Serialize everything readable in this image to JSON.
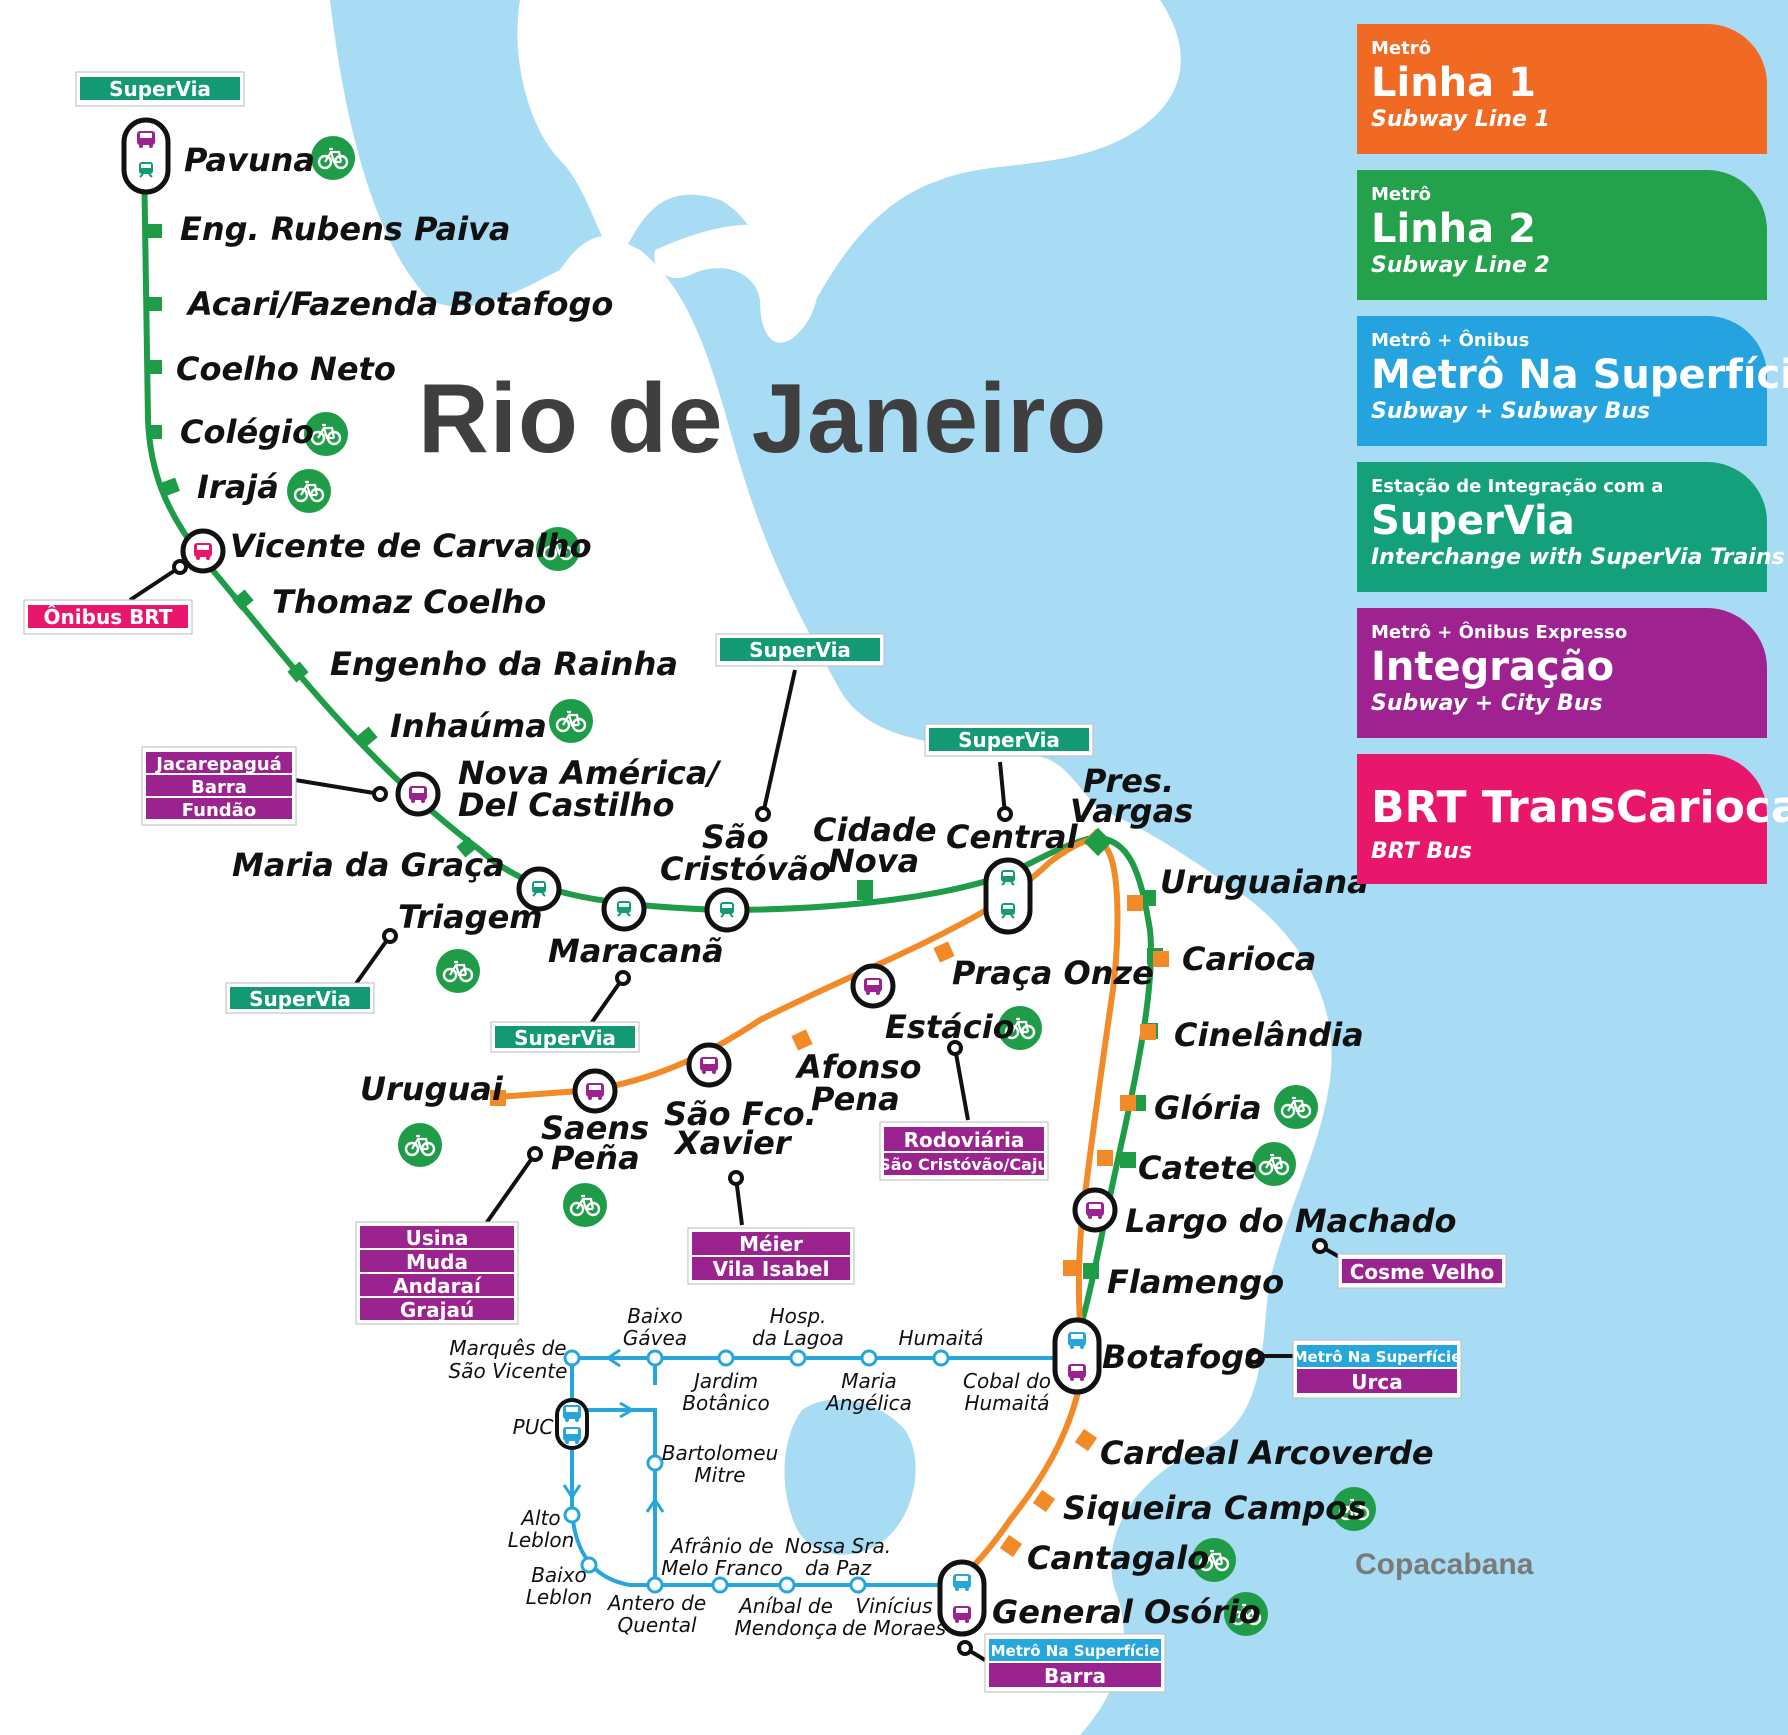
{
  "title": "Rio de Janeiro",
  "area_label": "Copacabana",
  "colors": {
    "water": "#a8dcf4",
    "line1": "#f28a28",
    "line2": "#1f9c48",
    "surface": "#27a6dc",
    "supervia": "#139a74",
    "integracao": "#9b238f",
    "brt": "#e8176c"
  },
  "legend": [
    {
      "top": "Metrô",
      "main": "Linha 1",
      "sub": "Subway Line 1",
      "color": "#f06a24"
    },
    {
      "top": "Metrô",
      "main": "Linha 2",
      "sub": "Subway Line 2",
      "color": "#24a24b"
    },
    {
      "top": "Metrô + Ônibus",
      "main": "Metrô Na Superfície",
      "sub": "Subway + Subway Bus",
      "color": "#24a3df"
    },
    {
      "top": "Estação de Integração com a",
      "main": "SuperVia",
      "sub": "Interchange with SuperVia Trains",
      "color": "#14a07a"
    },
    {
      "top": "Metrô + Ônibus Expresso",
      "main": "Integração",
      "sub": "Subway + City Bus",
      "color": "#9e2391"
    },
    {
      "top": "",
      "main": "BRT TransCarioca",
      "sub": "BRT Bus",
      "color": "#e8176c"
    }
  ],
  "stations": {
    "pavuna": "Pavuna",
    "eng_rubens_paiva": "Eng. Rubens Paiva",
    "acari": "Acari/Fazenda Botafogo",
    "coelho_neto": "Coelho Neto",
    "colegio": "Colégio",
    "iraja": "Irajá",
    "vicente_de_carvalho": "Vicente de Carvalho",
    "thomaz_coelho": "Thomaz Coelho",
    "engenho_da_rainha": "Engenho da Rainha",
    "inhauma": "Inhaúma",
    "nova_america_1": "Nova América/",
    "nova_america_2": "Del Castilho",
    "maria_da_graca": "Maria da Graça",
    "triagem": "Triagem",
    "maracana": "Maracanã",
    "sao_cristovao_1": "São",
    "sao_cristovao_2": "Cristóvão",
    "cidade_nova_1": "Cidade",
    "cidade_nova_2": "Nova",
    "central": "Central",
    "pres_vargas_1": "Pres.",
    "pres_vargas_2": "Vargas",
    "uruguaiana": "Uruguaiana",
    "carioca": "Carioca",
    "cinelandia": "Cinelândia",
    "gloria": "Glória",
    "catete": "Catete",
    "largo_do_machado": "Largo do Machado",
    "flamengo": "Flamengo",
    "botafogo": "Botafogo",
    "cardeal_arcoverde": "Cardeal Arcoverde",
    "siqueira_campos": "Siqueira Campos",
    "cantagalo": "Cantagalo",
    "general_osorio": "General Osório",
    "praca_onze": "Praça Onze",
    "estacio": "Estácio",
    "afonso_pena_1": "Afonso",
    "afonso_pena_2": "Pena",
    "sao_fco_xavier_1": "São Fco.",
    "sao_fco_xavier_2": "Xavier",
    "saens_pena_1": "Saens",
    "saens_pena_2": "Peña",
    "uruguai": "Uruguai"
  },
  "surface_stops": {
    "marques_1": "Marquês de",
    "marques_2": "São Vicente",
    "baixo_gavea_1": "Baixo",
    "baixo_gavea_2": "Gávea",
    "hosp_lagoa_1": "Hosp.",
    "hosp_lagoa_2": "da Lagoa",
    "humaita": "Humaitá",
    "jardim_botanico_1": "Jardim",
    "jardim_botanico_2": "Botânico",
    "maria_angelica_1": "Maria",
    "maria_angelica_2": "Angélica",
    "cobal_1": "Cobal do",
    "cobal_2": "Humaitá",
    "puc": "PUC",
    "bartolomeu_1": "Bartolomeu",
    "bartolomeu_2": "Mitre",
    "alto_leblon_1": "Alto",
    "alto_leblon_2": "Leblon",
    "baixo_leblon_1": "Baixo",
    "baixo_leblon_2": "Leblon",
    "afranio_1": "Afrânio de",
    "afranio_2": "Melo Franco",
    "nossa_sra_1": "Nossa Sra.",
    "nossa_sra_2": "da Paz",
    "antero_1": "Antero de",
    "antero_2": "Quental",
    "anibal_1": "Aníbal de",
    "anibal_2": "Mendonça",
    "vinicius_1": "Vinícius",
    "vinicius_2": "de Moraes"
  },
  "tags": {
    "supervia": "SuperVia",
    "onibus_brt": "Ônibus BRT",
    "jacarepagua": "Jacarepaguá",
    "barra": "Barra",
    "fundao": "Fundão",
    "usina": "Usina",
    "muda": "Muda",
    "andarai": "Andaraí",
    "grajau": "Grajaú",
    "meier": "Méier",
    "vila_isabel": "Vila Isabel",
    "rodoviaria": "Rodoviária",
    "sao_cristovao_caju": "São Cristóvão/Caju",
    "cosme_velho": "Cosme Velho",
    "metro_na_superficie": "Metrô Na Superfície",
    "urca": "Urca",
    "barra_2": "Barra"
  }
}
